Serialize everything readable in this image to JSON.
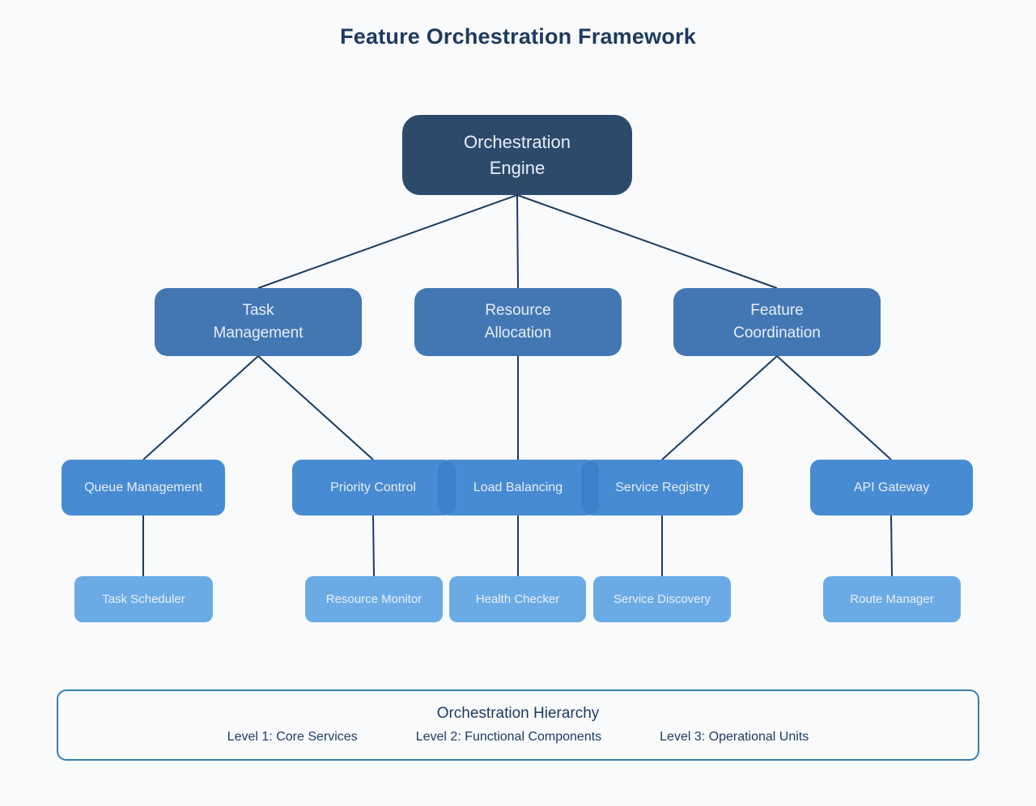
{
  "title": "Feature Orchestration Framework",
  "palette": {
    "background": "#f8fafb",
    "level1_fill": "#2d4a6b",
    "level2_fill": "#4377b4",
    "level3_fill": "#478bd2",
    "level3_overlap_fill": "#3a80ca",
    "level4_fill": "#6babe5",
    "connector_line": "#1c3a5e",
    "text_dark": "#1e3a5f",
    "node_text": "#e7eef7",
    "legend_border": "#3d7dab"
  },
  "nodes": {
    "root": {
      "label": "Orchestration\nEngine"
    },
    "level2": [
      {
        "label": "Task\nManagement"
      },
      {
        "label": "Resource\nAllocation"
      },
      {
        "label": "Feature\nCoordination"
      }
    ],
    "level3": [
      {
        "label": "Queue Management"
      },
      {
        "label": "Priority Control"
      },
      {
        "label": "Load Balancing"
      },
      {
        "label": "Service Registry"
      },
      {
        "label": "API Gateway"
      }
    ],
    "level4": [
      {
        "label": "Task Scheduler"
      },
      {
        "label": "Resource Monitor"
      },
      {
        "label": "Health Checker"
      },
      {
        "label": "Service Discovery"
      },
      {
        "label": "Route Manager"
      }
    ]
  },
  "legend": {
    "title": "Orchestration Hierarchy",
    "items": [
      {
        "label": "Level 1: Core Services"
      },
      {
        "label": "Level 2: Functional Components"
      },
      {
        "label": "Level 3: Operational Units"
      }
    ]
  }
}
